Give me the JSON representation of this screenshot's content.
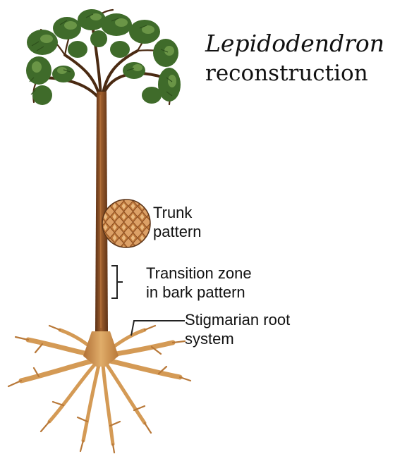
{
  "title": {
    "genus": "Lepidodendron",
    "word": "reconstruction"
  },
  "labels": {
    "trunk": [
      "Trunk",
      "pattern"
    ],
    "transition": [
      "Transition zone",
      "in bark pattern"
    ],
    "root": [
      "Stigmarian root",
      "system"
    ]
  },
  "colors": {
    "foliage": "#3f6b2a",
    "foliage_light": "#6f9a4a",
    "trunk": "#7a4420",
    "root": "#d49a55",
    "bark_pattern": "#c98a4a",
    "text": "#111111"
  }
}
